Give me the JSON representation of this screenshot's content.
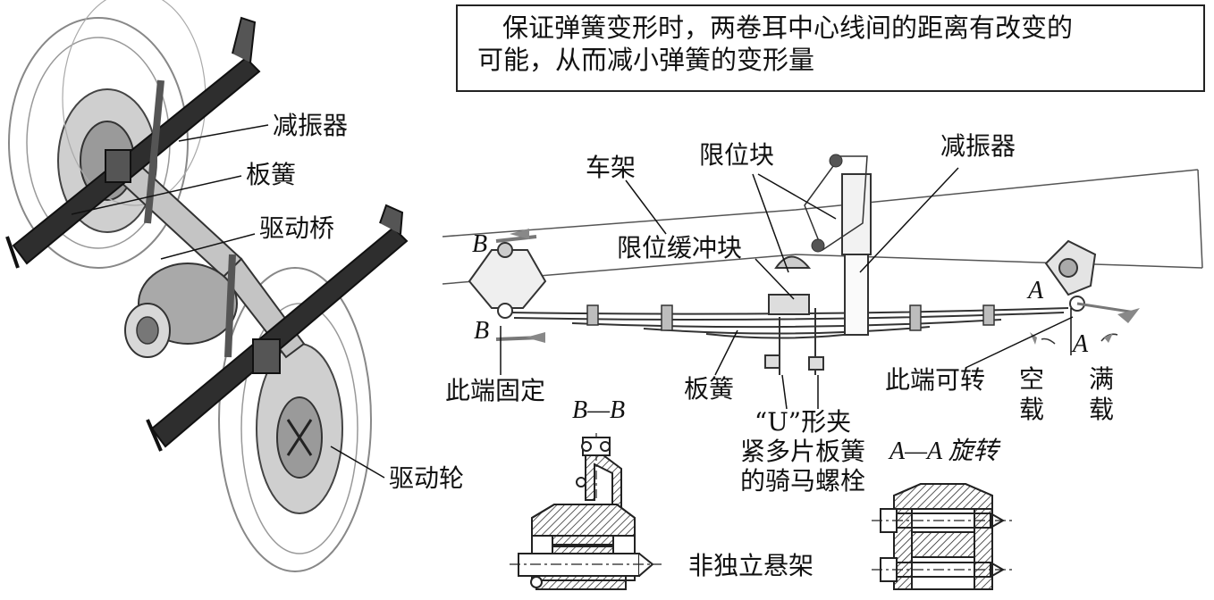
{
  "note": {
    "line1": "保证弹簧变形时，两卷耳中心线间的距离有改变的",
    "line2": "可能，从而减小弹簧的变形量"
  },
  "left_view": {
    "shock_absorber": "减振器",
    "leaf_spring": "板簧",
    "drive_axle": "驱动桥",
    "drive_wheel": "驱动轮"
  },
  "right_view": {
    "frame": "车架",
    "stop_block": "限位块",
    "shock_absorber": "减振器",
    "stop_buffer": "限位缓冲块",
    "section_b_top": "B",
    "section_b_bottom": "B",
    "section_a_top": "A",
    "section_a_bottom": "A",
    "fixed_end": "此端固定",
    "leaf_spring": "板簧",
    "pivot_end": "此端可转",
    "empty_load_1": "空",
    "empty_load_2": "载",
    "full_load_1": "满",
    "full_load_2": "载",
    "u_bolt_1": "“U”形夹",
    "u_bolt_2": "紧多片板簧",
    "u_bolt_3": "的骑马螺栓"
  },
  "sections": {
    "bb_label": "B—B",
    "aa_label": "A—A 旋转",
    "caption": "非独立悬架"
  }
}
